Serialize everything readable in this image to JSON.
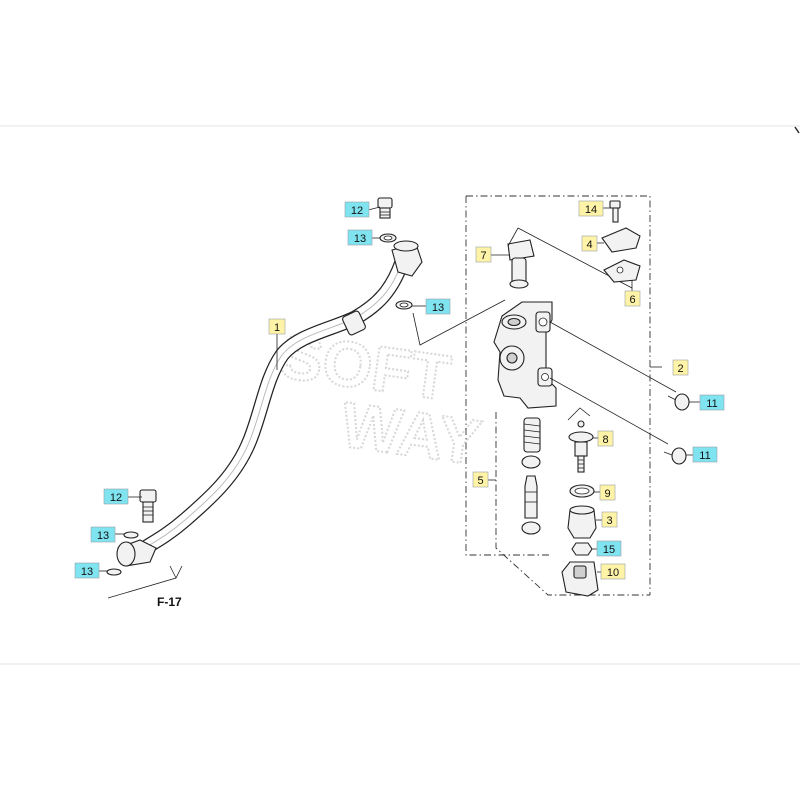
{
  "diagram": {
    "watermark": [
      "SOFT",
      "WAY"
    ],
    "reference_label": "F-17",
    "colors": {
      "callout_yellow": "#FFF3A8",
      "callout_cyan": "#7FE3F0",
      "line": "#222222",
      "part_fill": "#F2F2F2"
    },
    "callouts": [
      {
        "id": "c12a",
        "text": "12",
        "color": "cyan"
      },
      {
        "id": "c13a",
        "text": "13",
        "color": "cyan"
      },
      {
        "id": "c13b",
        "text": "13",
        "color": "cyan"
      },
      {
        "id": "c1",
        "text": "1",
        "color": "yellow"
      },
      {
        "id": "c12b",
        "text": "12",
        "color": "cyan"
      },
      {
        "id": "c13c",
        "text": "13",
        "color": "cyan"
      },
      {
        "id": "c13d",
        "text": "13",
        "color": "cyan"
      },
      {
        "id": "c14",
        "text": "14",
        "color": "yellow"
      },
      {
        "id": "c4",
        "text": "4",
        "color": "yellow"
      },
      {
        "id": "c7",
        "text": "7",
        "color": "yellow"
      },
      {
        "id": "c6",
        "text": "6",
        "color": "yellow"
      },
      {
        "id": "c2",
        "text": "2",
        "color": "yellow"
      },
      {
        "id": "c11a",
        "text": "11",
        "color": "cyan"
      },
      {
        "id": "c8",
        "text": "8",
        "color": "yellow"
      },
      {
        "id": "c11b",
        "text": "11",
        "color": "cyan"
      },
      {
        "id": "c5",
        "text": "5",
        "color": "yellow"
      },
      {
        "id": "c9",
        "text": "9",
        "color": "yellow"
      },
      {
        "id": "c3",
        "text": "3",
        "color": "yellow"
      },
      {
        "id": "c15",
        "text": "15",
        "color": "cyan"
      },
      {
        "id": "c10",
        "text": "10",
        "color": "yellow"
      }
    ]
  }
}
